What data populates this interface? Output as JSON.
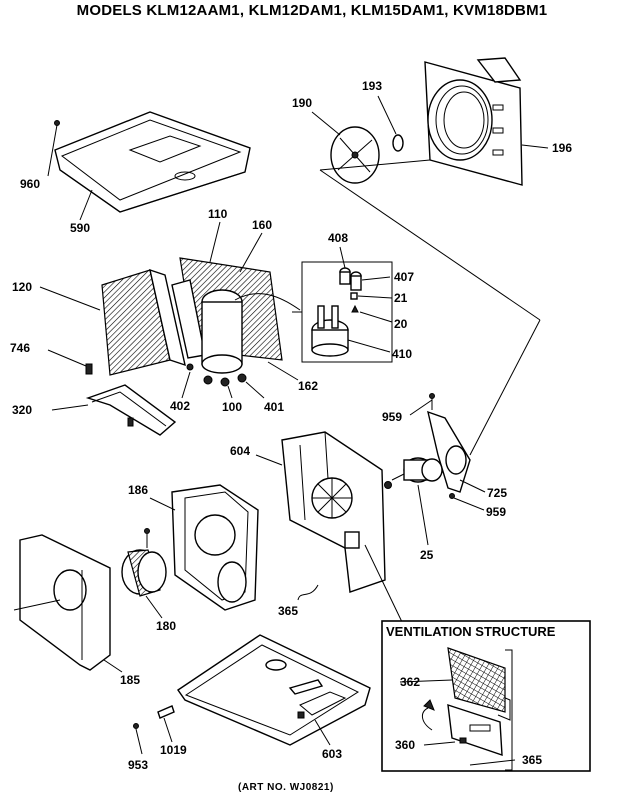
{
  "title": "MODELS KLM12AAM1, KLM12DAM1, KLM15DAM1, KVM18DBM1",
  "parts": {
    "p960": "960",
    "p590": "590",
    "p190": "190",
    "p193": "193",
    "p196": "196",
    "p110": "110",
    "p160": "160",
    "p408": "408",
    "p407": "407",
    "p21": "21",
    "p20": "20",
    "p410": "410",
    "p120": "120",
    "p746": "746",
    "p320": "320",
    "p402": "402",
    "p100": "100",
    "p401": "401",
    "p162": "162",
    "p959a": "959",
    "p604": "604",
    "p186": "186",
    "p725": "725",
    "p959b": "959",
    "p25": "25",
    "p180": "180",
    "p365a": "365",
    "p185": "185",
    "p1019": "1019",
    "p953": "953",
    "p603": "603",
    "p362": "362",
    "p360": "360",
    "p365b": "365"
  },
  "ventilation": {
    "title": "VENTILATION STRUCTURE"
  },
  "art_number": "(ART NO. WJ0821)"
}
